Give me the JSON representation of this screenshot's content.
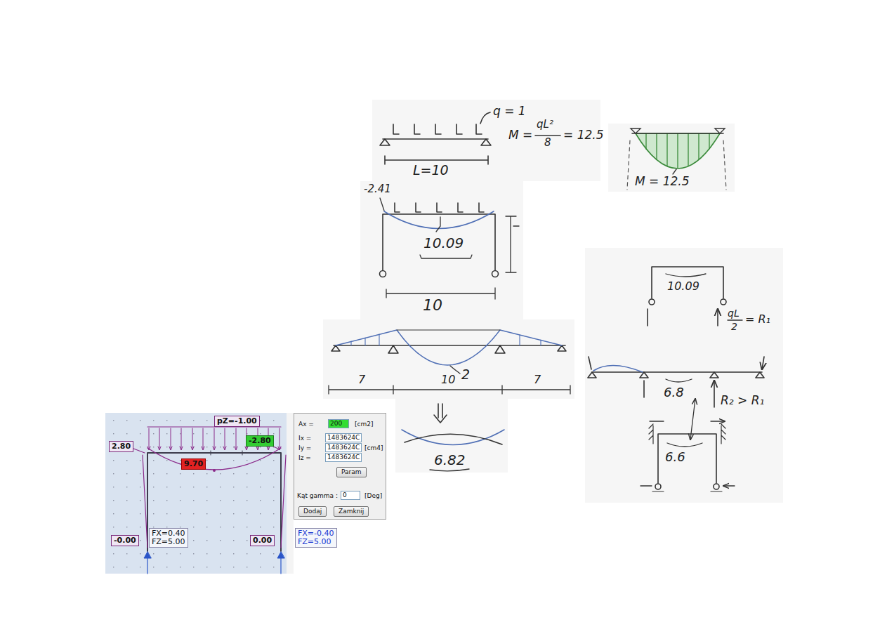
{
  "diagram": {
    "nodes": [
      {
        "text": [
          "pZ=-1.00"
        ]
      },
      {
        "text": [
          "2.80"
        ]
      },
      {
        "text": [
          "-2.80"
        ]
      },
      {
        "text": [
          "9.70"
        ]
      },
      {
        "text": [
          "FX=0.40",
          "FZ=5.00"
        ]
      },
      {
        "text": [
          "FX=-0.40",
          "FZ=5.00"
        ]
      },
      {
        "text": [
          "-0.00"
        ]
      },
      {
        "text": [
          "0.00"
        ]
      },
      {
        "text": [
          "Ax =",
          "[cm2]",
          "Ix =",
          "Iy =",
          "[cm4]",
          "Iz =",
          "Kąt gamma :",
          "[Deg]"
        ]
      },
      {
        "text": [
          "200"
        ],
        "in": 8
      },
      {
        "text": [
          "1483624C"
        ],
        "in": 8
      },
      {
        "text": [
          "1483624C"
        ],
        "in": 8
      },
      {
        "text": [
          "1483624C"
        ],
        "in": 8
      },
      {
        "text": [
          "Param"
        ],
        "in": 8
      },
      {
        "text": [
          "0"
        ],
        "in": 8
      },
      {
        "text": [
          "Dodaj"
        ],
        "in": 8
      },
      {
        "text": [
          "Zamknij"
        ],
        "in": 8
      }
    ],
    "labels": [
      "q = 1",
      "M =",
      "qL²",
      "8",
      "= 12.5",
      "M = 12.5",
      "L=10",
      "-2.41",
      "10.09",
      "10",
      "10.09",
      "qL",
      "2",
      "= R₁",
      "7",
      "10",
      "7",
      "2",
      "6.8",
      "R₂ > R₁",
      "6.82",
      "6.6"
    ]
  }
}
